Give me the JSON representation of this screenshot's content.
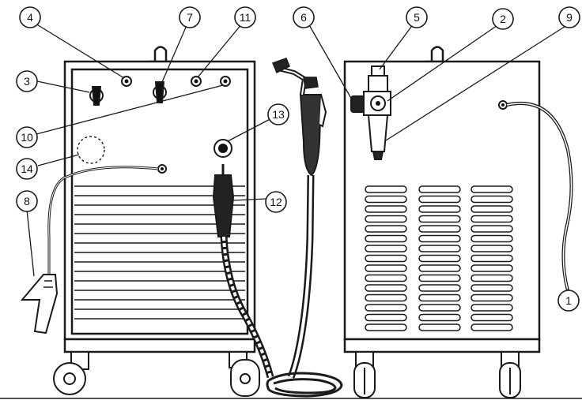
{
  "callouts": [
    {
      "id": "c1",
      "label": "1"
    },
    {
      "id": "c2",
      "label": "2"
    },
    {
      "id": "c3",
      "label": "3"
    },
    {
      "id": "c4",
      "label": "4"
    },
    {
      "id": "c5",
      "label": "5"
    },
    {
      "id": "c6",
      "label": "6"
    },
    {
      "id": "c7",
      "label": "7"
    },
    {
      "id": "c8",
      "label": "8"
    },
    {
      "id": "c9",
      "label": "9"
    },
    {
      "id": "c10",
      "label": "10"
    },
    {
      "id": "c11",
      "label": "11"
    },
    {
      "id": "c12",
      "label": "12"
    },
    {
      "id": "c13",
      "label": "13"
    },
    {
      "id": "c14",
      "label": "14"
    }
  ],
  "colors": {
    "line": "#1a1a1a",
    "background": "#ffffff",
    "shade": "#d8d8d8"
  }
}
